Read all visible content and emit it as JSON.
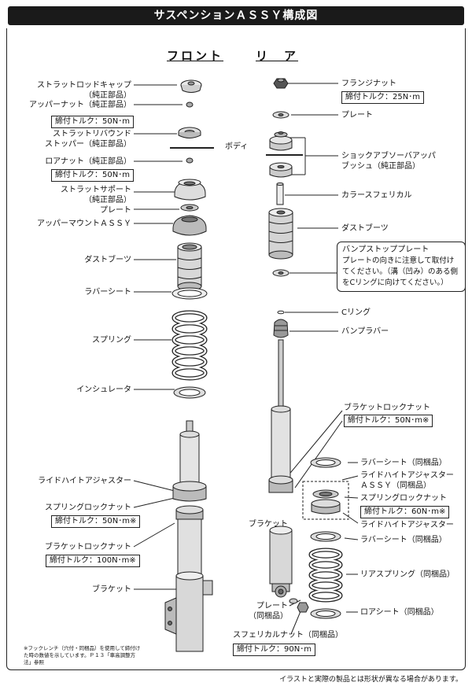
{
  "title": "サスペンションＡＳＳＹ構成図",
  "front_heading": "フロント",
  "rear_heading": "リ　ア",
  "body_label": "ボディ",
  "front_labels": {
    "strut_rod_cap": "ストラットロッドキャップ",
    "strut_rod_cap_sub": "（純正部品）",
    "upper_nut": "アッパーナット（純正部品）",
    "upper_nut_torque": "締付トルク：50N･m",
    "strut_rebound": "ストラットリバウンド",
    "strut_rebound_sub": "ストッパー（純正部品）",
    "lower_nut": "ロアナット（純正部品）",
    "lower_nut_torque": "締付トルク：50N･m",
    "strut_support": "ストラットサポート",
    "strut_support_sub": "（純正部品）",
    "plate": "プレート",
    "upper_mount": "アッパーマウントＡＳＳＹ",
    "dust_boot": "ダストブーツ",
    "rubber_seat": "ラバーシート",
    "spring": "スプリング",
    "insulator": "インシュレータ",
    "ride_height_adjuster": "ライドハイトアジャスター",
    "spring_lock_nut": "スプリングロックナット",
    "spring_lock_nut_torque": "締付トルク：50N･m※",
    "bracket_lock_nut": "ブラケットロックナット",
    "bracket_lock_nut_torque": "締付トルク：100N･m※",
    "bracket": "ブラケット"
  },
  "rear_labels": {
    "flange_nut": "フランジナット",
    "flange_nut_torque": "締付トルク：25N･m",
    "plate": "プレート",
    "shock_bush": "ショックアブソーバアッパ",
    "shock_bush_sub": "ブッシュ（純正部品）",
    "collar": "カラースフェリカル",
    "dust_boot": "ダストブーツ",
    "bump_stop_plate": "バンプストッププレート",
    "bump_stop_note": "プレートの向きに注意して取付けてください。（溝（凹み）のある側をCリングに向けてください。）",
    "c_ring": "Cリング",
    "bump_rubber": "バンプラバー",
    "bracket_lock_nut": "ブラケットロックナット",
    "bracket_lock_nut_torque": "締付トルク：50N･m※",
    "rubber_seat_1": "ラバーシート（同梱品）",
    "ride_height_assy": "ライドハイトアジャスター",
    "ride_height_assy_sub": "ＡＳＳＹ（同梱品）",
    "spring_lock_nut": "スプリングロックナット",
    "spring_lock_nut_torque": "締付トルク：60N･m※",
    "ride_height_adjuster": "ライドハイトアジャスター",
    "bracket": "ブラケット",
    "rubber_seat_2": "ラバーシート（同梱品）",
    "rear_spring": "リアスプリング（同梱品）",
    "plate_2": "プレート",
    "plate_2_sub": "（同梱品）",
    "lower_seat": "ロアシート（同梱品）",
    "spherical_nut": "スフェリカルナット（同梱品）",
    "spherical_nut_torque": "締付トルク：90N･m"
  },
  "footnote": "※フックレンチ（穴付・同梱品）を使用して締付けた時の数値を示しています。Ｐ１３「車高調整方法」参照",
  "bottom_note": "イラストと実際の製品とは形状が異なる場合があります。"
}
